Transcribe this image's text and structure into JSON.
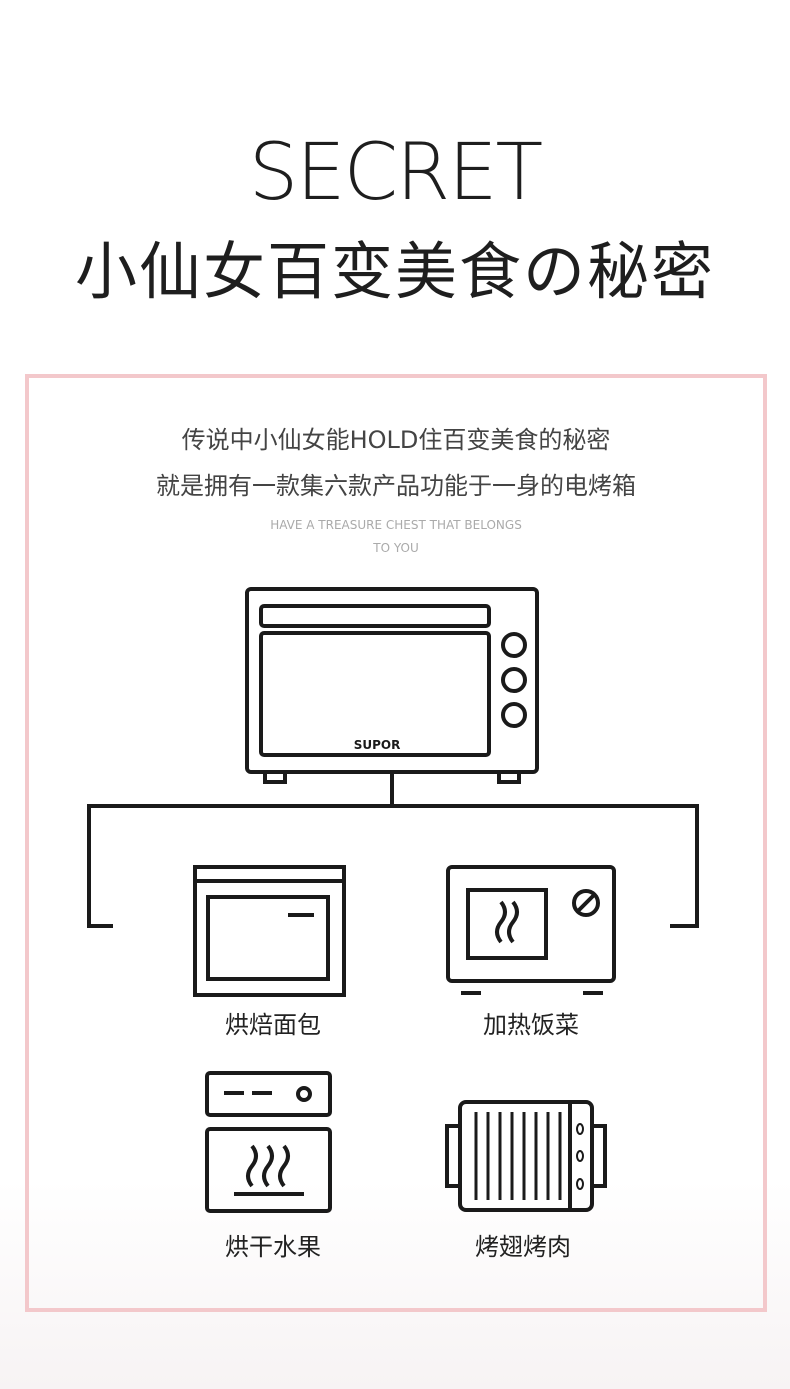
{
  "header": {
    "title_en": "SECRET",
    "title_cn": "小仙女百变美食の秘密"
  },
  "intro": {
    "line1": "传说中小仙女能HOLD住百变美食的秘密",
    "line2": "就是拥有一款集六款产品功能于一身的电烤箱",
    "sub_line1": "HAVE A TREASURE CHEST THAT BELONGS",
    "sub_line2": "TO YOU"
  },
  "oven": {
    "brand": "SUPOR",
    "icon": "oven-icon"
  },
  "functions": [
    {
      "label": "烘焙面包",
      "icon": "baking-oven-icon"
    },
    {
      "label": "加热饭菜",
      "icon": "microwave-icon"
    },
    {
      "label": "烘干水果",
      "icon": "dryer-icon"
    },
    {
      "label": "烤翅烤肉",
      "icon": "grill-icon"
    }
  ],
  "colors": {
    "frame_border": "#f3c8cb",
    "line": "#1a1a1a"
  }
}
